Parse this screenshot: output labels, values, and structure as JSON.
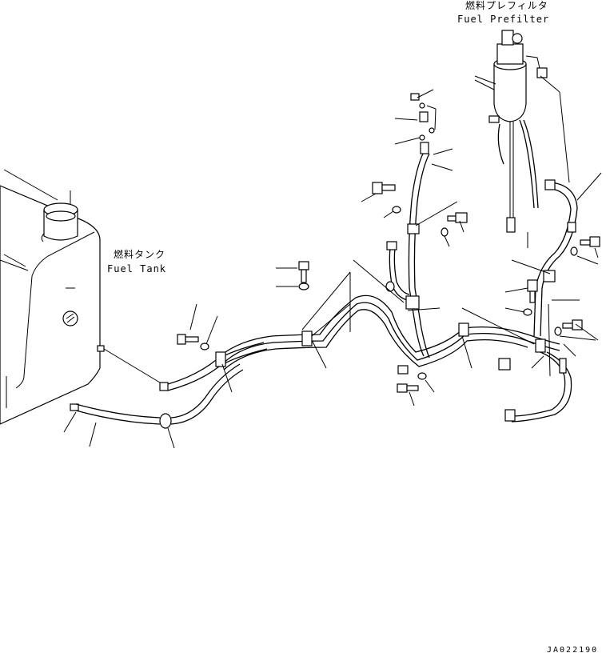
{
  "labels": {
    "prefilter_jp": "燃料プレフィルタ",
    "prefilter_en": "Fuel Prefilter",
    "tank_jp": "燃料タンク",
    "tank_en": "Fuel Tank",
    "drawing_code": "JA022190"
  }
}
